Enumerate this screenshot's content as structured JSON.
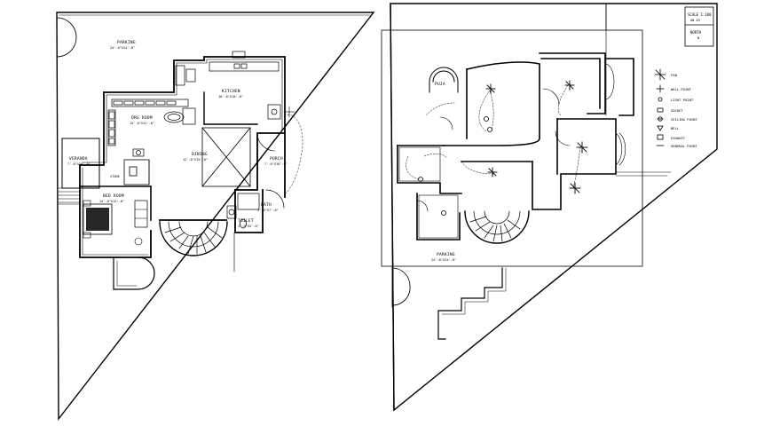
{
  "left_plan": {
    "rooms": {
      "parking": "PARKING",
      "parking_dim": "24'-0\"X24'-0\"",
      "kitchen": "KITCHEN",
      "kitchen_dim": "10'-0\"X10'-0\"",
      "drawing_room": "DRG ROOM",
      "drawing_room_dim": "15'-0\"X12'-6\"",
      "dining": "DINING",
      "dining_dim": "12'-0\"X15'-0\"",
      "veranda": "VERANDA",
      "veranda_dim": "7'-0\"X10'-0\"",
      "porch": "PORCH",
      "porch_dim": "7'-0\"X10'-0\"",
      "bedroom": "BED ROOM",
      "bedroom_dim": "14'-0\"X12'-0\"",
      "bath": "BATH",
      "bath_dim": "5'-0\"X7'-6\"",
      "toilet": "TOILET",
      "toilet_dim": "4'-0\"X5'-0\"",
      "store": "STORE"
    }
  },
  "right_plan": {
    "rooms": {
      "puja": "PUJA",
      "parking": "PARKING",
      "parking_dim": "24'-0\"X24'-0\""
    },
    "title_block": {
      "scale_title": "SCALE 1:100",
      "scale_sub": "ON A3",
      "north": "NORTH",
      "north_sub": "N"
    },
    "legend": [
      {
        "symbol": "fan",
        "label": "FAN"
      },
      {
        "symbol": "wall-point",
        "label": "WALL POINT"
      },
      {
        "symbol": "light-point",
        "label": "LIGHT POINT"
      },
      {
        "symbol": "socket",
        "label": "SOCKET"
      },
      {
        "symbol": "ceiling-point",
        "label": "CEILING POINT"
      },
      {
        "symbol": "bell",
        "label": "BELL"
      },
      {
        "symbol": "exhaust",
        "label": "EXHAUST"
      },
      {
        "symbol": "gen-point",
        "label": "GENERAL POINT"
      }
    ]
  }
}
